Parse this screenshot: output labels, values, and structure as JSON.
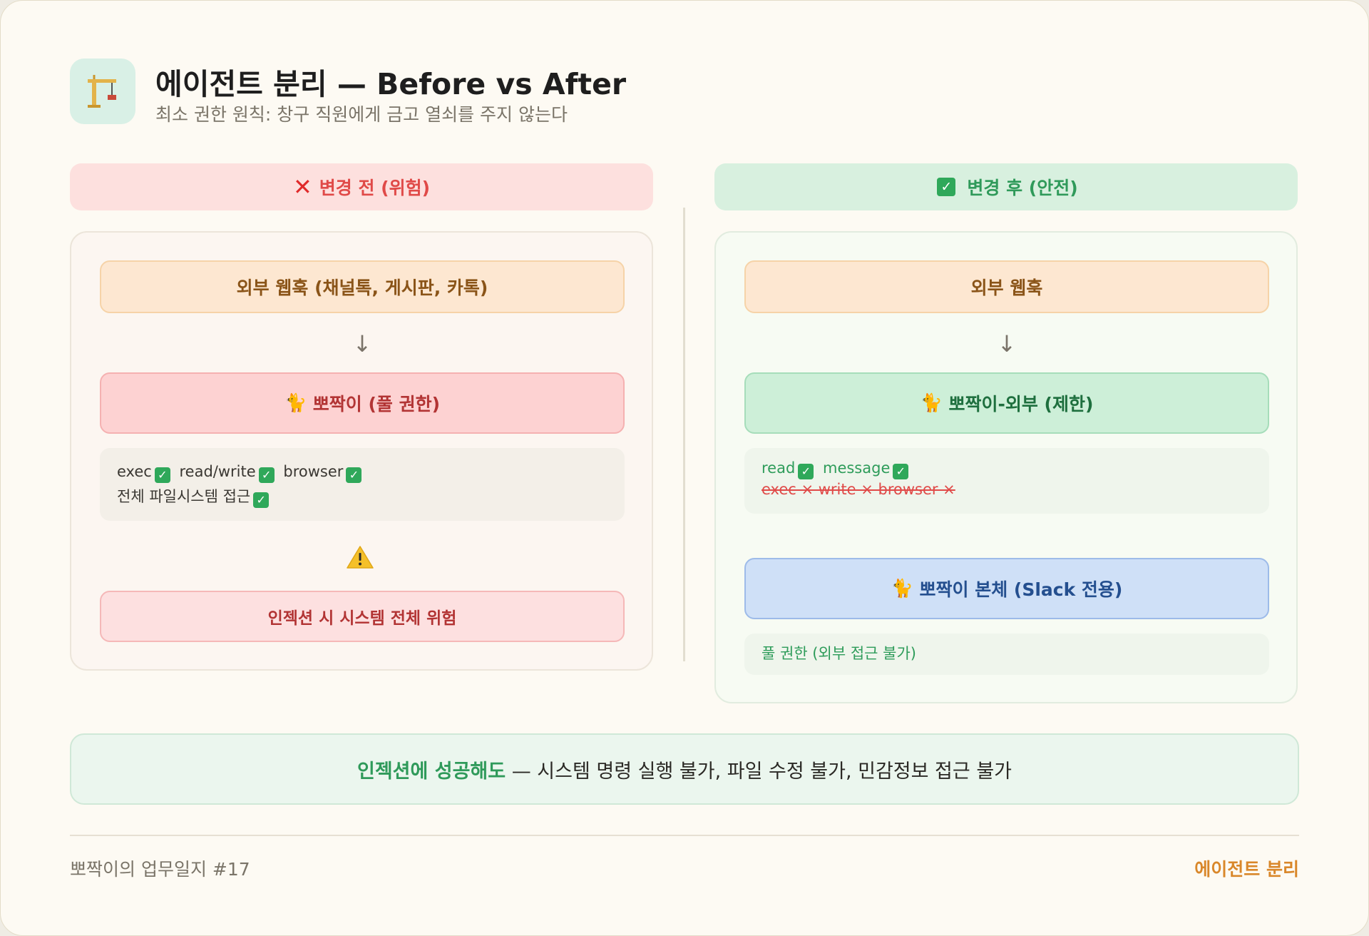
{
  "header": {
    "logo_icon": "crane-icon",
    "title": "에이전트 분리 — Before vs After",
    "subtitle": "최소 권한 원칙: 창구 직원에게 금고 열쇠를 주지 않는다"
  },
  "before": {
    "heading_icon": "cross-mark-icon",
    "heading": "변경 전 (위험)",
    "webhook": "외부 웹훅 (채널톡, 게시판, 카톡)",
    "agent_icon": "black-cat-icon",
    "agent": "뽀짝이 (풀 권한)",
    "permissions": {
      "exec": "exec",
      "readwrite": "read/write",
      "browser": "browser",
      "filesystem": "전체 파일시스템 접근"
    },
    "warning_icon": "warning-icon",
    "risk": "인젝션 시 시스템 전체 위험"
  },
  "after": {
    "heading_icon": "check-mark-icon",
    "heading": "변경 후 (안전)",
    "webhook": "외부 웹훅",
    "agent_icon": "black-cat-icon",
    "agent": "뽀짝이-외부 (제한)",
    "permissions": {
      "read": "read",
      "message": "message",
      "denied": "exec × write × browser ×"
    },
    "main_agent": "뽀짝이 본체 (Slack 전용)",
    "main_note": "풀 권한 (외부 접근 불가)"
  },
  "banner": {
    "emphasis": "인젝션에 성공해도",
    "rest": " — 시스템 명령 실행 불가, 파일 수정 불가, 민감정보 접근 불가"
  },
  "footer": {
    "left": "뽀짝이의 업무일지 #17",
    "right": "에이전트 분리"
  },
  "colors": {
    "danger": "#e04a48",
    "safe": "#2f9a5a",
    "accent": "#d9872a"
  }
}
